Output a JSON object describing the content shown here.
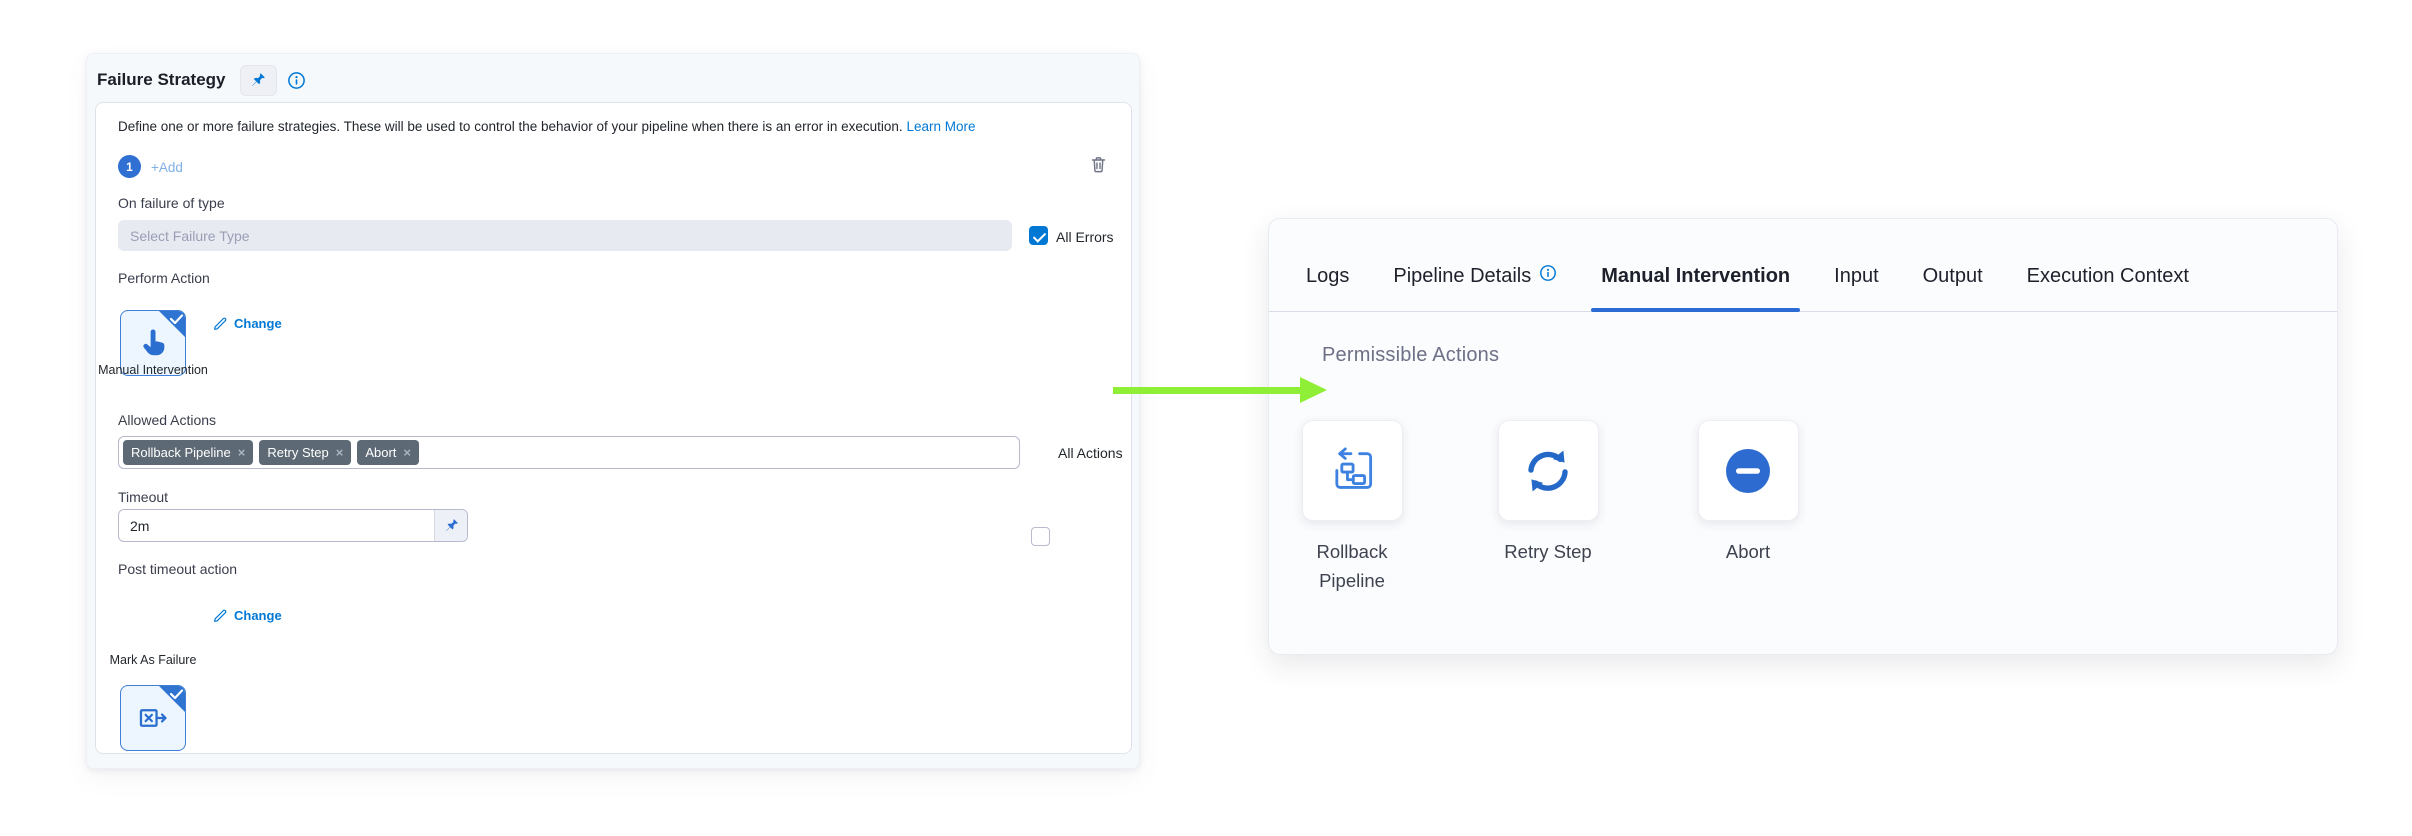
{
  "failure_strategy_panel": {
    "title": "Failure Strategy",
    "description": "Define one or more failure strategies. These will be used to control the behavior of your pipeline when there is an error in execution.",
    "learn_more_label": "Learn More",
    "strategy_index": "1",
    "add_label": "+Add",
    "on_failure_label": "On failure of type",
    "failure_type_placeholder": "Select Failure Type",
    "all_errors_label": "All Errors",
    "all_errors_checked": true,
    "perform_action_label": "Perform Action",
    "perform_action": {
      "name": "Manual Intervention",
      "change_label": "Change"
    },
    "allowed_actions_label": "Allowed Actions",
    "allowed_actions_tags": [
      "Rollback Pipeline",
      "Retry Step",
      "Abort"
    ],
    "tag_remove_glyph": "×",
    "all_actions_label": "All Actions",
    "all_actions_checked": false,
    "timeout_label": "Timeout",
    "timeout_value": "2m",
    "post_timeout_label": "Post timeout action",
    "post_timeout_action": {
      "name": "Mark As Failure",
      "change_label": "Change"
    }
  },
  "details_panel": {
    "tabs": [
      {
        "label": "Logs",
        "active": false
      },
      {
        "label": "Pipeline Details",
        "active": false,
        "has_info_icon": true
      },
      {
        "label": "Manual Intervention",
        "active": true
      },
      {
        "label": "Input",
        "active": false
      },
      {
        "label": "Output",
        "active": false
      },
      {
        "label": "Execution Context",
        "active": false
      }
    ],
    "section_title": "Permissible Actions",
    "actions": [
      {
        "label": "Rollback Pipeline",
        "icon": "rollback-pipeline-icon"
      },
      {
        "label": "Retry Step",
        "icon": "retry-step-icon"
      },
      {
        "label": "Abort",
        "icon": "abort-icon"
      }
    ]
  },
  "colors": {
    "primary_blue": "#0278d5",
    "badge_blue": "#2f70d2",
    "tab_underline_blue": "#2b6cd4",
    "tag_background": "#5d6974",
    "arrow_green": "#8fee36",
    "panel_background": "#f6f9fc",
    "details_background": "#fbfcfe"
  }
}
